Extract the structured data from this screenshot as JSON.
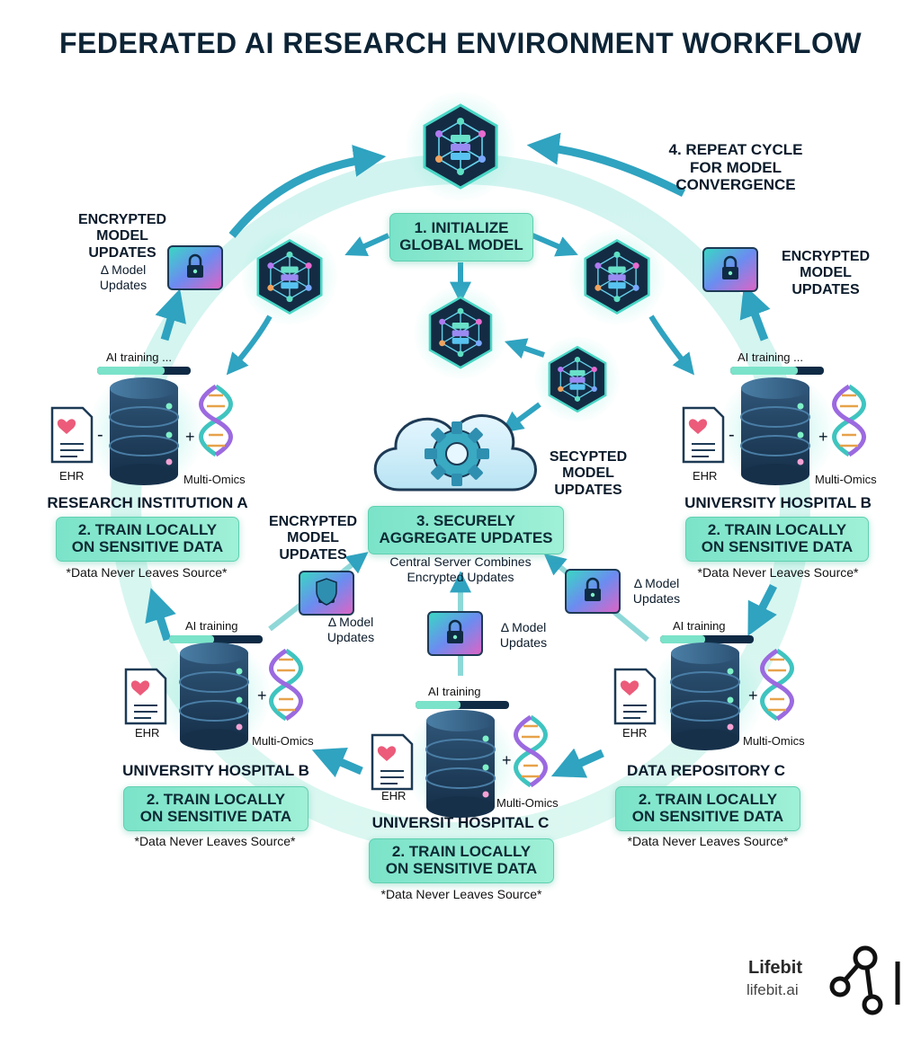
{
  "title": "FEDERATED AI RESEARCH ENVIRONMENT WORKFLOW",
  "steps": {
    "initialize": [
      "1. INITIALIZE",
      "GLOBAL MODEL"
    ],
    "aggregate": [
      "3. SECURELY",
      "AGGREGATE UPDATES"
    ],
    "aggregate_note": [
      "Central Server Combines",
      "Encrypted Updates"
    ],
    "repeat": [
      "4. REPEAT CYCLE",
      "FOR MODEL",
      "CONVERGENCE"
    ],
    "train": [
      "2. TRAIN LOCALLY",
      "ON SENSITIVE DATA"
    ],
    "train_note": "*Data Never Leaves Source*"
  },
  "update_labels": {
    "encrypted_left": [
      "ENCRYPTED",
      "MODEL",
      "UPDATES"
    ],
    "delta_left": [
      "Δ Model",
      "Updates"
    ],
    "encrypted_right": [
      "ENCRYPTED",
      "MODEL",
      "UPDATES"
    ],
    "secypted": [
      "SECYPTED",
      "MODEL",
      "UPDATES"
    ],
    "encrypted_mid": [
      "ENCRYPTED",
      "MODEL",
      "UPDATES"
    ],
    "delta_mid_left": [
      "Δ Model",
      "Updates"
    ],
    "delta_center": [
      "Δ Model",
      "Updates"
    ],
    "delta_mid_right": [
      "Δ Model",
      "Updates"
    ]
  },
  "sites": {
    "a": {
      "name": "RESEARCH INSTITUTION A",
      "status": "AI training ..."
    },
    "b_right": {
      "name": "UNIVERSITY HOSPITAL B",
      "status": "AI training ..."
    },
    "b_left": {
      "name": "UNIVERSITY HOSPITAL B",
      "status": "AI training"
    },
    "c_center": {
      "name": "UNIVERSIT HOSPITAL C",
      "status": "AI training"
    },
    "c_right": {
      "name": "DATA REPOSITORY C",
      "status": "AI training"
    }
  },
  "data_labels": {
    "ehr": "EHR",
    "omics": "Multi-Omics"
  },
  "logo": {
    "name": "Lifebit",
    "url": "lifebit.ai"
  },
  "colors": {
    "teal": "#3aa9c2",
    "accent": "#7be3c9",
    "navy": "#0f2a44",
    "dark": "#0d2436"
  }
}
